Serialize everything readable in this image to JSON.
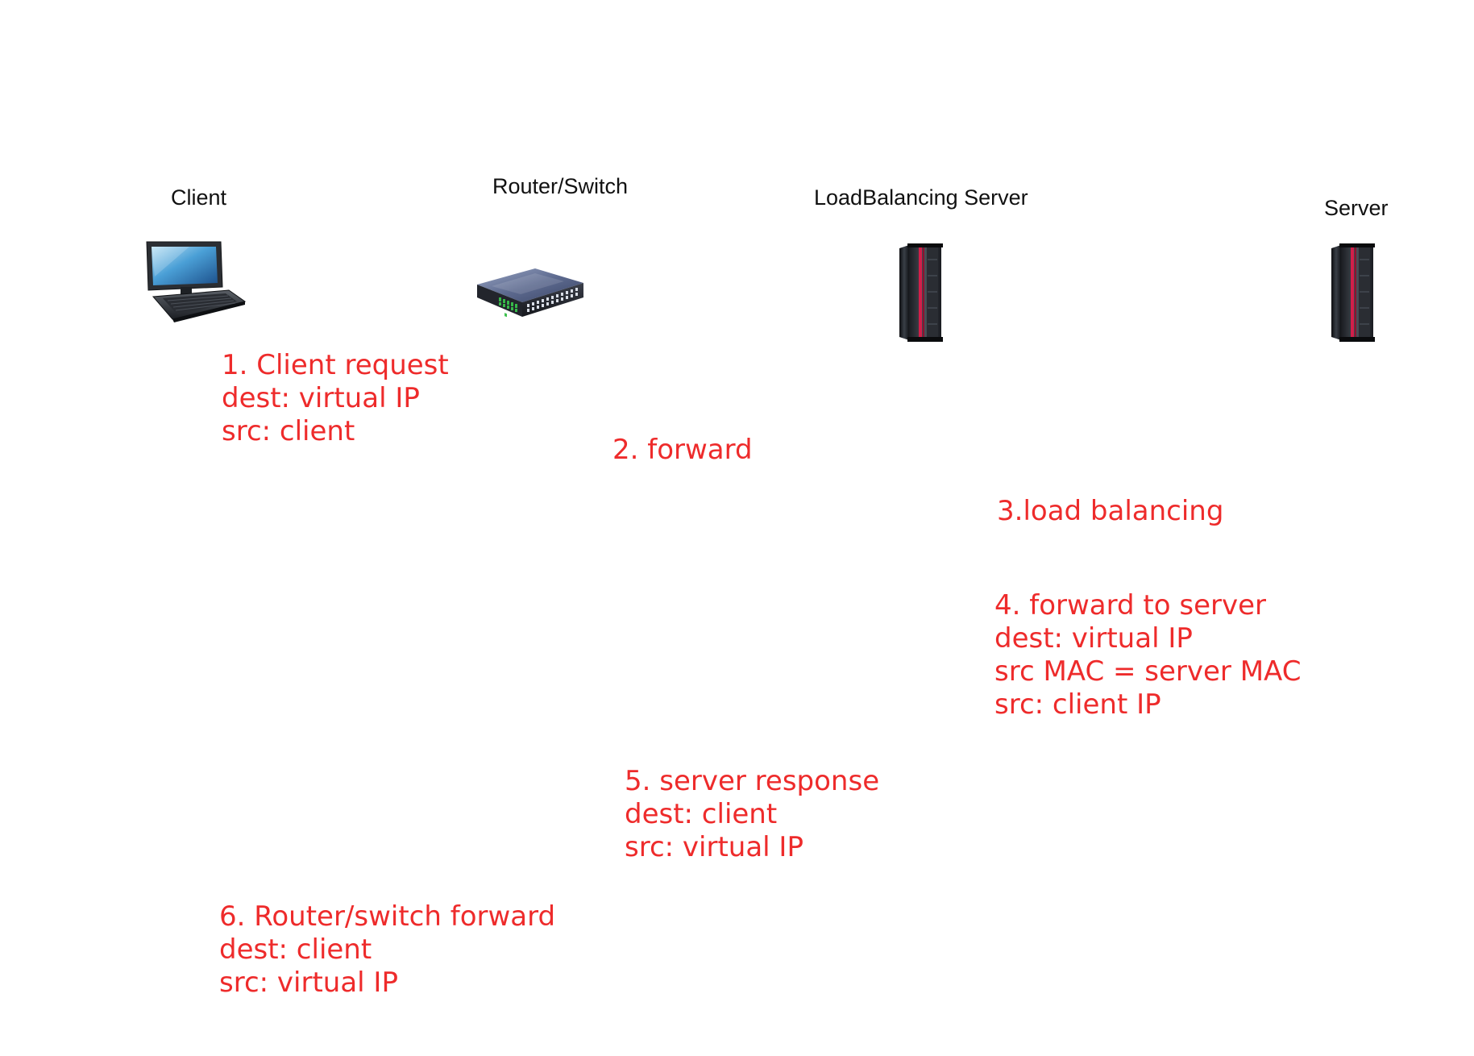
{
  "nodes": {
    "client": {
      "label": "Client",
      "icon": "laptop-icon"
    },
    "router": {
      "label": "Router/Switch",
      "icon": "network-switch-icon"
    },
    "load_balancer": {
      "label": "LoadBalancing Server",
      "icon": "server-rack-icon"
    },
    "server": {
      "label": "Server",
      "icon": "server-rack-icon"
    }
  },
  "steps": [
    {
      "lines": [
        "1. Client request",
        "dest: virtual IP",
        "src: client"
      ]
    },
    {
      "lines": [
        "2. forward"
      ]
    },
    {
      "lines": [
        "3.load balancing"
      ]
    },
    {
      "lines": [
        "4. forward to server",
        "dest: virtual IP",
        "src MAC = server MAC",
        "src: client IP"
      ]
    },
    {
      "lines": [
        "5. server response",
        "dest: client",
        "src: virtual IP"
      ]
    },
    {
      "lines": [
        "6. Router/switch forward",
        "dest: client",
        "src: virtual IP"
      ]
    }
  ],
  "colors": {
    "annotation_text": "#ee2b2b",
    "label_text": "#111111",
    "background": "#ffffff"
  }
}
